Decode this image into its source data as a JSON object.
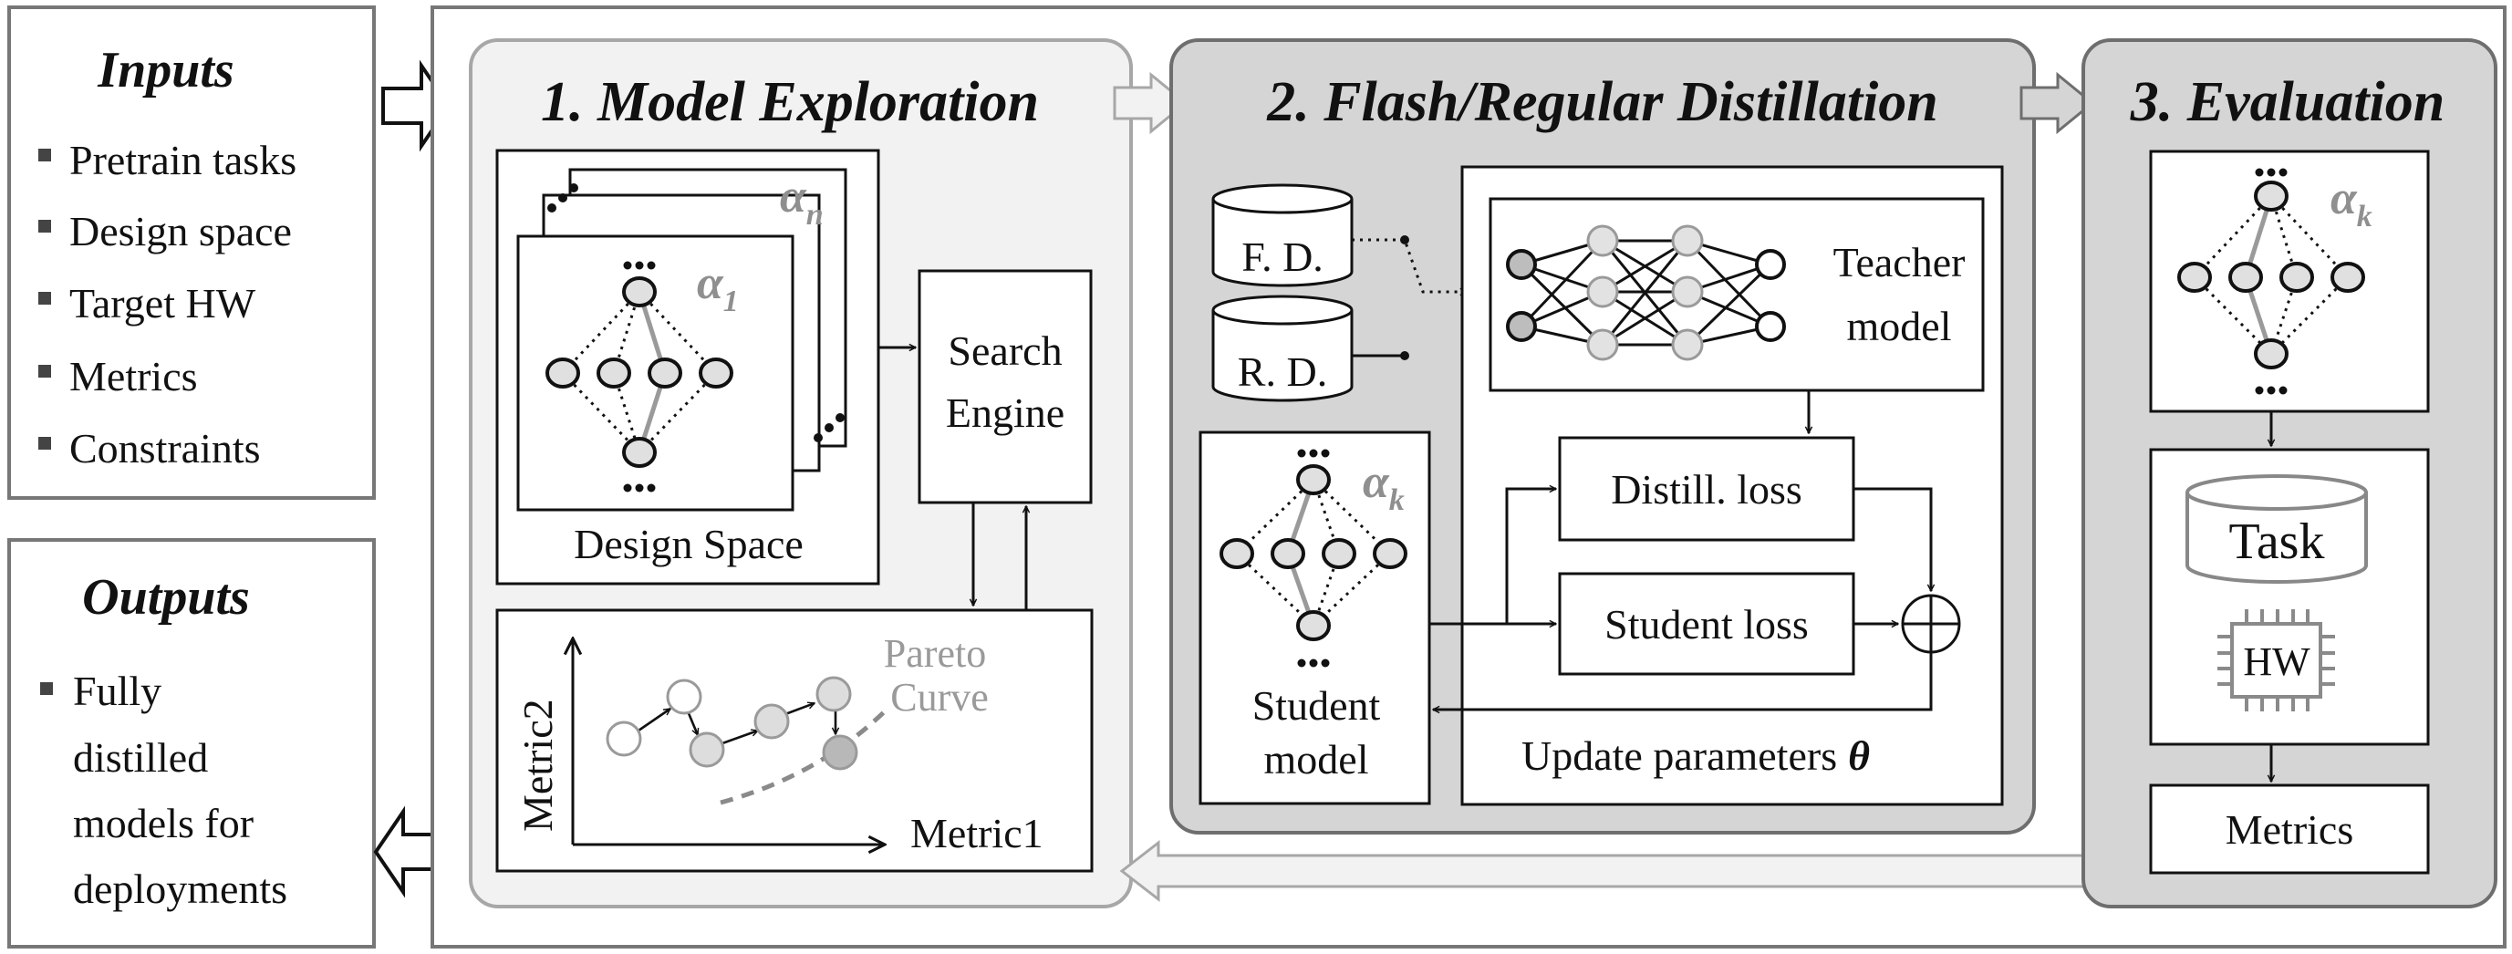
{
  "inputs": {
    "title": "Inputs",
    "items": [
      "Pretrain tasks",
      "Design space",
      "Target HW",
      "Metrics",
      "Constraints"
    ]
  },
  "outputs": {
    "title": "Outputs",
    "lines": [
      "Fully",
      "distilled",
      "models for",
      "deployments"
    ]
  },
  "stage1": {
    "title": "1. Model Exploration",
    "alpha_1": "α",
    "alpha_1_sub": "1",
    "alpha_n": "α",
    "alpha_n_sub": "n",
    "design_space_label": "Design Space",
    "search_engine_lines": [
      "Search",
      "Engine"
    ],
    "pareto_lines": [
      "Pareto",
      "Curve"
    ],
    "y_axis_label": "Metric2",
    "x_axis_label": "Metric1"
  },
  "stage2": {
    "title": "2. Flash/Regular Distillation",
    "fd_label": "F. D.",
    "rd_label": "R. D.",
    "teacher_lines": [
      "Teacher",
      "model"
    ],
    "distill_loss": "Distill. loss",
    "student_loss": "Student loss",
    "student_lines": [
      "Student",
      "model"
    ],
    "alpha_k": "α",
    "alpha_k_sub": "k",
    "update_text": "Update parameters",
    "theta": "θ"
  },
  "stage3": {
    "title": "3. Evaluation",
    "alpha_k": "α",
    "alpha_k_sub": "k",
    "task_label": "Task",
    "hw_label": "HW",
    "metrics_label": "Metrics"
  }
}
